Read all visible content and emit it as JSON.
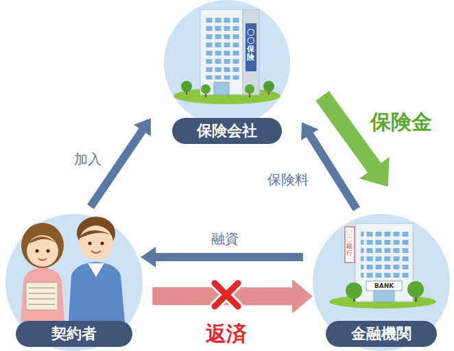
{
  "diagram": {
    "nodes": [
      {
        "text": [
          "保険会社"
        ]
      },
      {
        "text": [
          "契約者"
        ]
      },
      {
        "text": [
          "金融機関"
        ]
      }
    ],
    "edges": [
      {
        "from": 1,
        "to": 0,
        "label": "加入",
        "arrow": "to"
      },
      {
        "from": 0,
        "to": 2,
        "label": "保険金",
        "arrow": "to"
      },
      {
        "from": 2,
        "to": 0,
        "label": "保険料",
        "arrow": "to"
      },
      {
        "from": 2,
        "to": 1,
        "label": "融資",
        "arrow": "to"
      },
      {
        "from": 1,
        "to": 2,
        "label": "返済",
        "arrow": "to"
      }
    ],
    "labels": [
      "〇〇保険",
      "〇〇銀行",
      "BANK"
    ]
  }
}
